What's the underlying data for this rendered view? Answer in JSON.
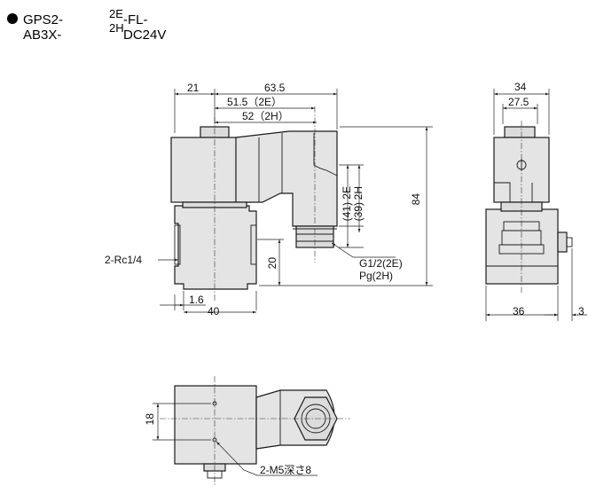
{
  "title": {
    "prefix": "GPS2-AB3X-",
    "superscript": "2E",
    "subscript": "2H",
    "suffix": "-FL-DC24V"
  },
  "front_view": {
    "dim_21": "21",
    "dim_63_5": "63.5",
    "dim_51_5": "51.5（2E）",
    "dim_52": "52（2H）",
    "dim_84": "84",
    "dim_41": "(41)",
    "dim_2e": "2E",
    "dim_39": "(39)",
    "dim_2h": "2H",
    "port_label": "2-Rc1/4",
    "dim_20": "20",
    "dim_1_6": "1.6",
    "dim_40": "40",
    "thread_2e": "G1/2(2E)",
    "thread_2h": "Pg(2H)"
  },
  "side_view": {
    "dim_34": "34",
    "dim_27_5": "27.5",
    "dim_36": "36",
    "dim_3": "3"
  },
  "bottom_view": {
    "dim_18": "18",
    "mount_label": "2-M5深さ8"
  }
}
